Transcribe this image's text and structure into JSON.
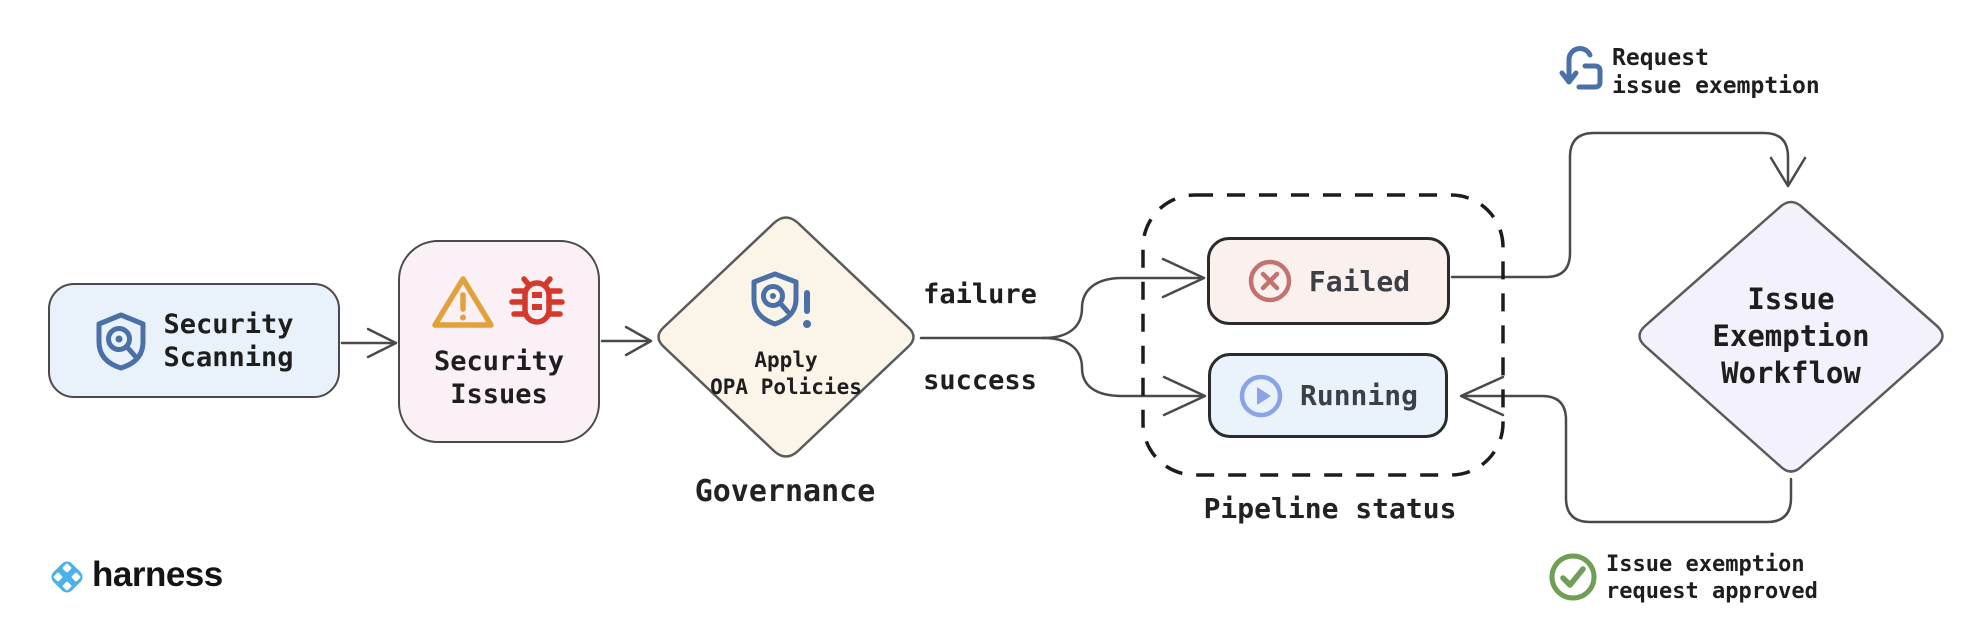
{
  "nodes": {
    "securityScanning": {
      "line1": "Security",
      "line2": "Scanning"
    },
    "securityIssues": {
      "line1": "Security",
      "line2": "Issues"
    },
    "applyOpaPolicies": {
      "line1": "Apply",
      "line2": "OPA Policies",
      "caption": "Governance"
    },
    "pipelineStatus": {
      "caption": "Pipeline status",
      "failed": "Failed",
      "running": "Running"
    },
    "issueExemptionWorkflow": {
      "line1": "Issue",
      "line2": "Exemption",
      "line3": "Workflow"
    }
  },
  "edgeLabels": {
    "failure": "failure",
    "success": "success"
  },
  "annotations": {
    "requestExemption": {
      "line1": "Request",
      "line2": "issue exemption"
    },
    "exemptionApproved": {
      "line1": "Issue exemption",
      "line2": "request approved"
    }
  },
  "brand": {
    "name": "harness"
  },
  "icons": {
    "securityScanning": "shield-search-icon",
    "securityIssuesWarning": "warning-triangle-icon",
    "securityIssuesBug": "bug-icon",
    "applyOpaPolicies": "shield-search-alert-icon",
    "failed": "circle-x-icon",
    "running": "circle-play-icon",
    "requestExemption": "hand-tap-icon",
    "exemptionApproved": "circle-check-icon",
    "brand": "harness-logo-icon"
  },
  "colors": {
    "scanning_box_bg": "#e9f2fb",
    "issues_box_bg": "#faf0f6",
    "opa_diamond_bg": "#fbf4e8",
    "failed_box_bg": "#faf1ef",
    "running_box_bg": "#eaf3fc",
    "exemption_diamond_bg": "#f3f1fc",
    "shield_blue": "#4a70a8",
    "warning_orange": "#e2a23b",
    "bug_red": "#d4392c",
    "failed_icon_red": "#c3736e",
    "running_icon_blue": "#8aa2e8",
    "check_green": "#6f9e55",
    "harness_blue": "#4cb1e8",
    "connector_gray": "#4a4a4a",
    "text_dark": "#1e1e1e"
  }
}
